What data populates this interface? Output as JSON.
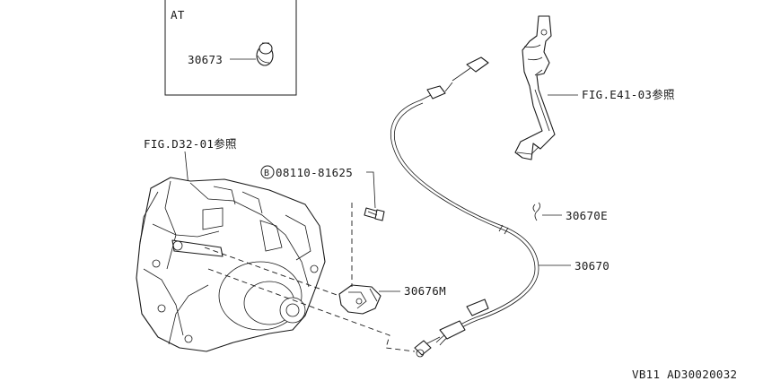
{
  "inset_label": "AT",
  "callouts": {
    "at_part": "30673",
    "pedal_ref": "FIG.E41-03参照",
    "transmission_ref": "FIG.D32-01参照",
    "bolt_marker": "B",
    "bolt_part": "08110-81625",
    "cable_end_part": "30670E",
    "bracket_part": "30676M",
    "cable_part": "30670"
  },
  "footer_code": "VB11  AD30020032"
}
